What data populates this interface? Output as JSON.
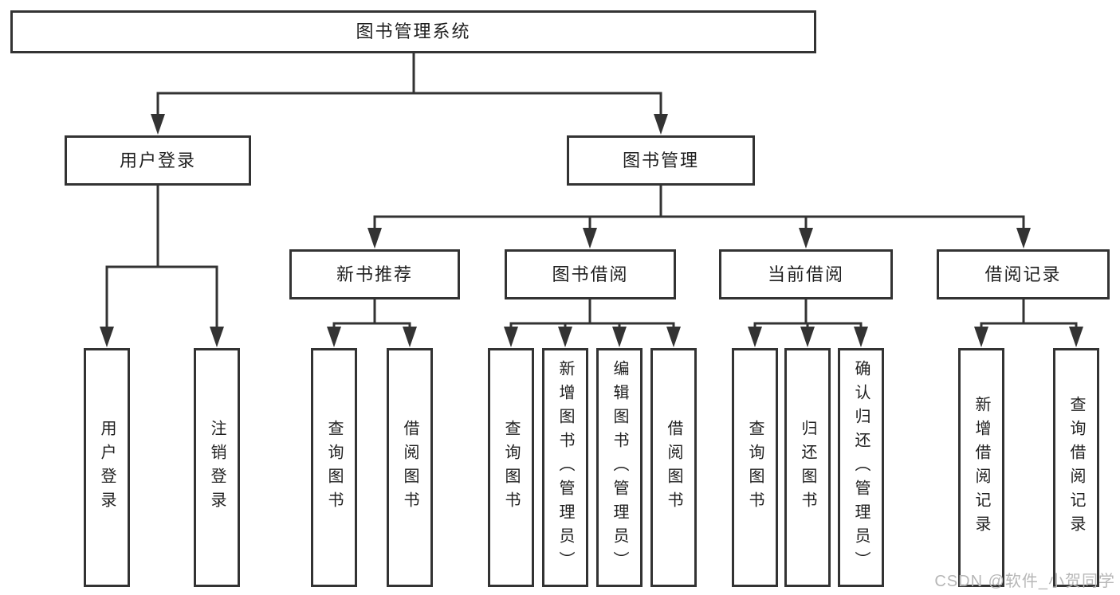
{
  "colors": {
    "line": "#333333",
    "box_border": "#333333",
    "text": "#1f1f1f",
    "watermark": "#b7b7b7",
    "background": "#ffffff"
  },
  "tree": {
    "root": {
      "label": "图书管理系统"
    },
    "branches": [
      {
        "label": "用户登录",
        "children": [
          {
            "label": "用户登录"
          },
          {
            "label": "注销登录"
          }
        ]
      },
      {
        "label": "图书管理",
        "children": [
          {
            "label": "新书推荐",
            "children": [
              {
                "label": "查询图书"
              },
              {
                "label": "借阅图书"
              }
            ]
          },
          {
            "label": "图书借阅",
            "children": [
              {
                "label": "查询图书"
              },
              {
                "label": "新增图书（管理员）"
              },
              {
                "label": "编辑图书（管理员）"
              },
              {
                "label": "借阅图书"
              }
            ]
          },
          {
            "label": "当前借阅",
            "children": [
              {
                "label": "查询图书"
              },
              {
                "label": "归还图书"
              },
              {
                "label": "确认归还（管理员）"
              }
            ]
          },
          {
            "label": "借阅记录",
            "children": [
              {
                "label": "新增借阅记录"
              },
              {
                "label": "查询借阅记录"
              }
            ]
          }
        ]
      }
    ]
  },
  "watermark": {
    "text": "CSDN @软件_小贺同学"
  }
}
